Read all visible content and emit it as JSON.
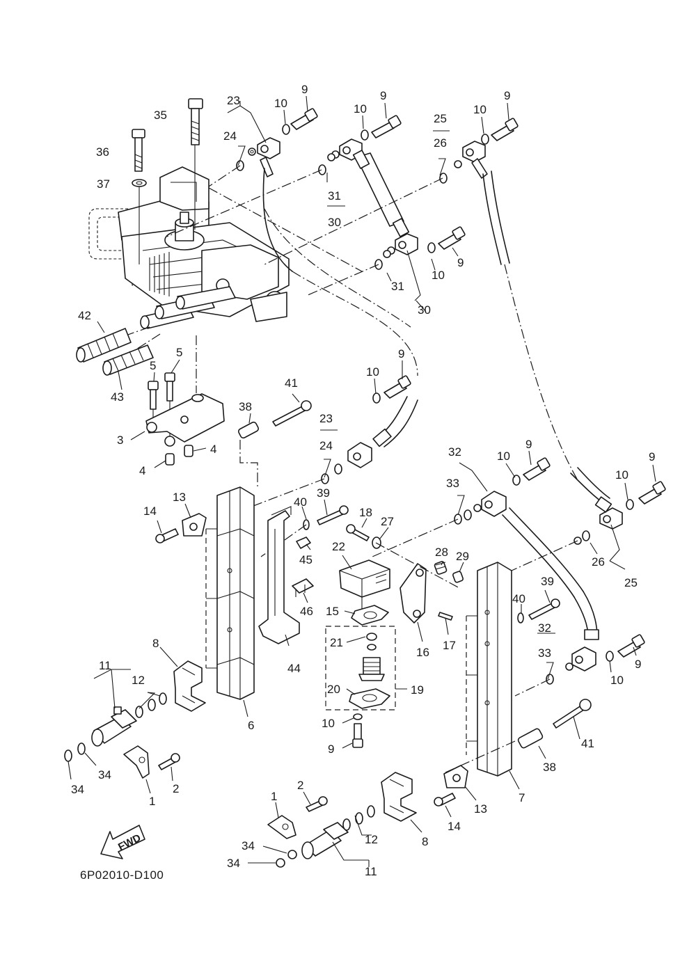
{
  "diagram": {
    "code": "6P02010-D100",
    "fwd_label": "FWD",
    "callouts": [
      {
        "id": "c9a",
        "text": "9"
      },
      {
        "id": "c10a",
        "text": "10"
      },
      {
        "id": "c23a",
        "text": "23"
      },
      {
        "id": "c24a",
        "text": "24"
      },
      {
        "id": "c35",
        "text": "35"
      },
      {
        "id": "c36",
        "text": "36"
      },
      {
        "id": "c37",
        "text": "37"
      },
      {
        "id": "c9b",
        "text": "9"
      },
      {
        "id": "c10b",
        "text": "10"
      },
      {
        "id": "c9c",
        "text": "9"
      },
      {
        "id": "c10c",
        "text": "10"
      },
      {
        "id": "c25a",
        "text": "25"
      },
      {
        "id": "c26a",
        "text": "26"
      },
      {
        "id": "c31a",
        "text": "31"
      },
      {
        "id": "c30a",
        "text": "30"
      },
      {
        "id": "c9d",
        "text": "9"
      },
      {
        "id": "c10d",
        "text": "10"
      },
      {
        "id": "c31b",
        "text": "31"
      },
      {
        "id": "c30b",
        "text": "30"
      },
      {
        "id": "c42",
        "text": "42"
      },
      {
        "id": "c43",
        "text": "43"
      },
      {
        "id": "c5a",
        "text": "5"
      },
      {
        "id": "c5b",
        "text": "5"
      },
      {
        "id": "c3",
        "text": "3"
      },
      {
        "id": "c4a",
        "text": "4"
      },
      {
        "id": "c4b",
        "text": "4"
      },
      {
        "id": "c9e",
        "text": "9"
      },
      {
        "id": "c10e",
        "text": "10"
      },
      {
        "id": "c41a",
        "text": "41"
      },
      {
        "id": "c38a",
        "text": "38"
      },
      {
        "id": "c23b",
        "text": "23"
      },
      {
        "id": "c24b",
        "text": "24"
      },
      {
        "id": "c32a",
        "text": "32"
      },
      {
        "id": "c33a",
        "text": "33"
      },
      {
        "id": "c9f",
        "text": "9"
      },
      {
        "id": "c10f",
        "text": "10"
      },
      {
        "id": "c9g",
        "text": "9"
      },
      {
        "id": "c10g",
        "text": "10"
      },
      {
        "id": "c14a",
        "text": "14"
      },
      {
        "id": "c13a",
        "text": "13"
      },
      {
        "id": "c40a",
        "text": "40"
      },
      {
        "id": "c39a",
        "text": "39"
      },
      {
        "id": "c18",
        "text": "18"
      },
      {
        "id": "c27",
        "text": "27"
      },
      {
        "id": "c45",
        "text": "45"
      },
      {
        "id": "c22",
        "text": "22"
      },
      {
        "id": "c28",
        "text": "28"
      },
      {
        "id": "c29",
        "text": "29"
      },
      {
        "id": "c26b",
        "text": "26"
      },
      {
        "id": "c25b",
        "text": "25"
      },
      {
        "id": "c39b",
        "text": "39"
      },
      {
        "id": "c40b",
        "text": "40"
      },
      {
        "id": "c46",
        "text": "46"
      },
      {
        "id": "c15",
        "text": "15"
      },
      {
        "id": "c16",
        "text": "16"
      },
      {
        "id": "c17",
        "text": "17"
      },
      {
        "id": "c32b",
        "text": "32"
      },
      {
        "id": "c33b",
        "text": "33"
      },
      {
        "id": "c10h",
        "text": "10"
      },
      {
        "id": "c9h",
        "text": "9"
      },
      {
        "id": "c8a",
        "text": "8"
      },
      {
        "id": "c11a",
        "text": "11"
      },
      {
        "id": "c12a",
        "text": "12"
      },
      {
        "id": "c21",
        "text": "21"
      },
      {
        "id": "c44",
        "text": "44"
      },
      {
        "id": "c6",
        "text": "6"
      },
      {
        "id": "c20",
        "text": "20"
      },
      {
        "id": "c19",
        "text": "19"
      },
      {
        "id": "c10i",
        "text": "10"
      },
      {
        "id": "c9i",
        "text": "9"
      },
      {
        "id": "c34a",
        "text": "34"
      },
      {
        "id": "c34b",
        "text": "34"
      },
      {
        "id": "c2a",
        "text": "2"
      },
      {
        "id": "c1a",
        "text": "1"
      },
      {
        "id": "c41b",
        "text": "41"
      },
      {
        "id": "c38b",
        "text": "38"
      },
      {
        "id": "c7",
        "text": "7"
      },
      {
        "id": "c13b",
        "text": "13"
      },
      {
        "id": "c14b",
        "text": "14"
      },
      {
        "id": "c8b",
        "text": "8"
      },
      {
        "id": "c1b",
        "text": "1"
      },
      {
        "id": "c2b",
        "text": "2"
      },
      {
        "id": "c12b",
        "text": "12"
      },
      {
        "id": "c11b",
        "text": "11"
      },
      {
        "id": "c34c",
        "text": "34"
      },
      {
        "id": "c34d",
        "text": "34"
      }
    ]
  }
}
